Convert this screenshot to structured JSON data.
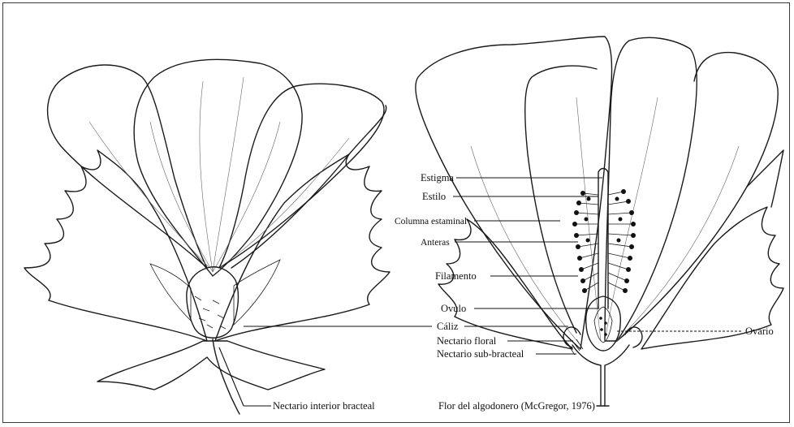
{
  "labels": {
    "estigma": "Estigma",
    "estilo": "Estilo",
    "columna": "Columna estaminal",
    "anteras": "Anteras",
    "filamento": "Filamento",
    "ovulo": "Ovulo",
    "caliz": "Cáliz",
    "nectario_floral": "Nectario floral",
    "nectario_sub": "Nectario sub-bracteal",
    "ovario": "Ovario",
    "nectario_interior": "Nectario interior bracteal"
  },
  "caption": "Flor del algodonero (McGregor, 1976)"
}
